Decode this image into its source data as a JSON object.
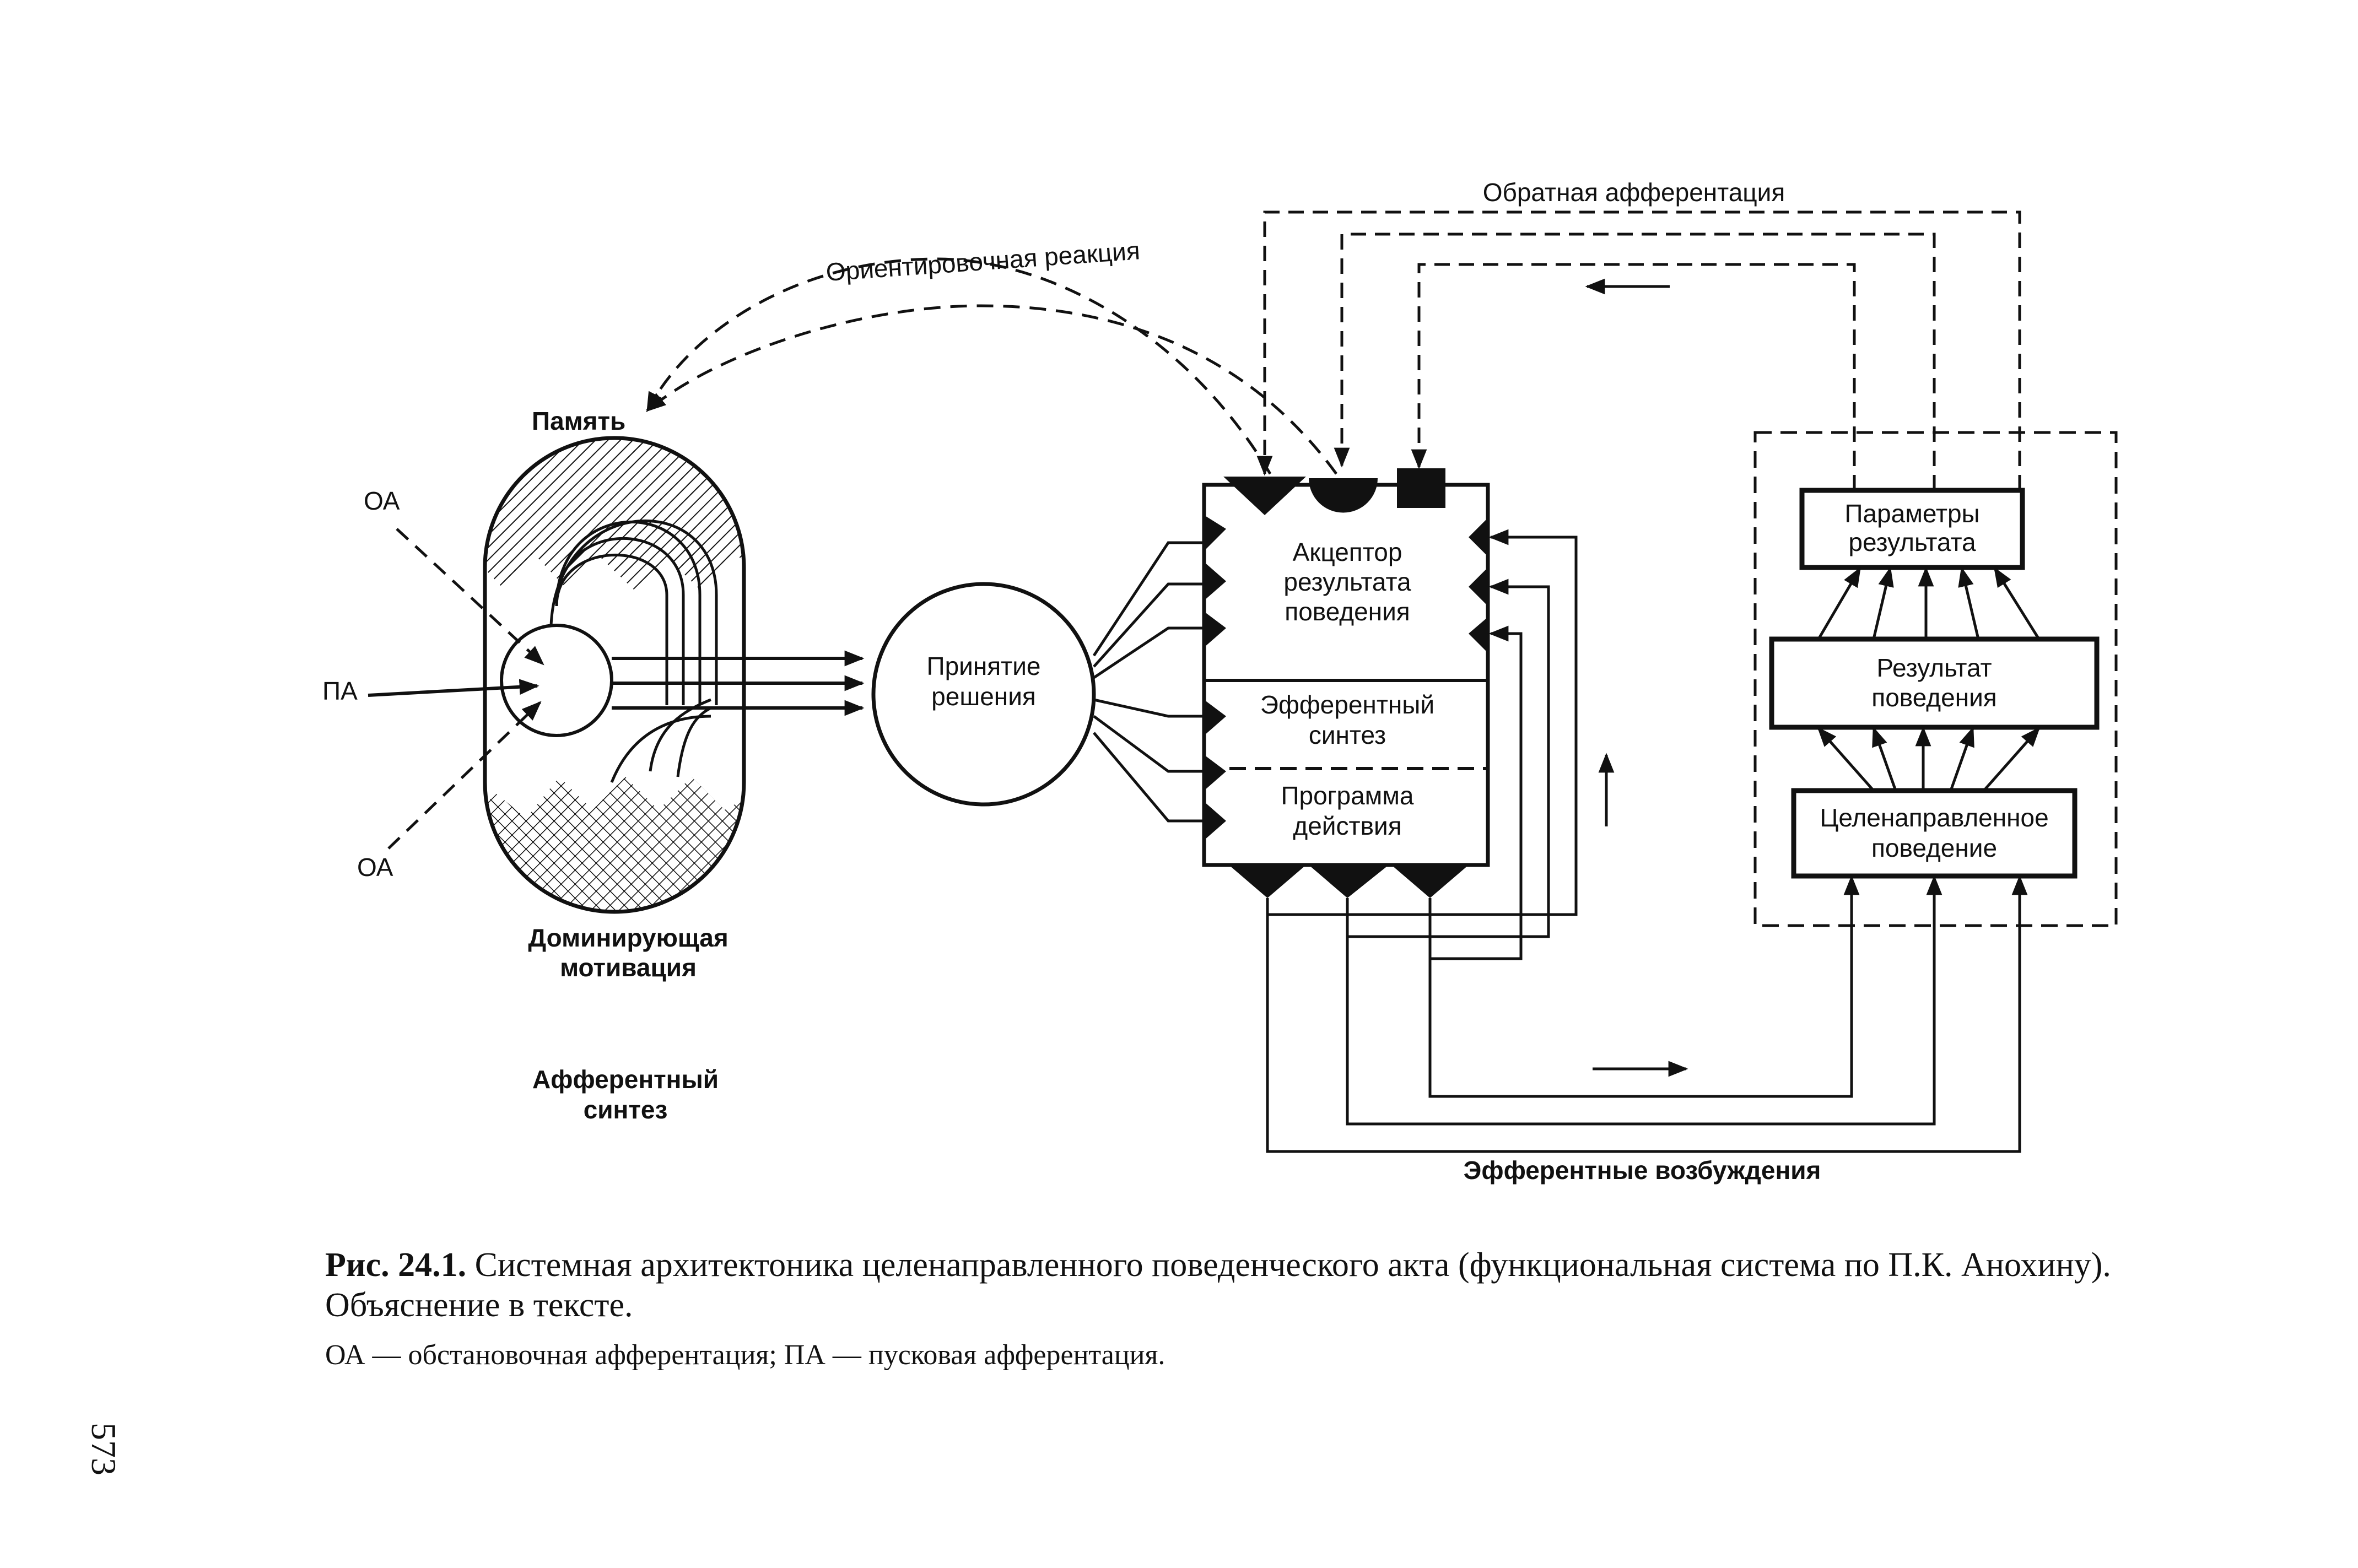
{
  "diagram": {
    "memory": "Память",
    "oa_top": "ОА",
    "pa": "ПА",
    "oa_bottom": "ОА",
    "dominant_motivation": [
      "Доминирующая",
      "мотивация"
    ],
    "afferent_synthesis": [
      "Афферентный",
      "синтез"
    ],
    "orienting_reaction": "Ориентировочная реакция",
    "decision": [
      "Принятие",
      "решения"
    ],
    "acceptor": [
      "Акцептор",
      "результата",
      "поведения"
    ],
    "efferent_synthesis": [
      "Эфферентный",
      "синтез"
    ],
    "action_program": [
      "Программа",
      "действия"
    ],
    "reverse_afferentation": "Обратная афферентация",
    "result_parameters": [
      "Параметры",
      "результата"
    ],
    "behavior_result": [
      "Результат",
      "поведения"
    ],
    "purposeful_behavior": [
      "Целенаправленное",
      "поведение"
    ],
    "efferent_excitations": "Эфферентные возбуждения"
  },
  "caption": {
    "number": "Рис. 24.1.",
    "text": " Системная архитектоника целенаправленного поведенческого акта (функциональная система по П.К. Анохину). Объяснение в тексте.",
    "legend": "ОА — обстановочная афферентация; ПА — пусковая афферентация."
  },
  "page_number": "573"
}
